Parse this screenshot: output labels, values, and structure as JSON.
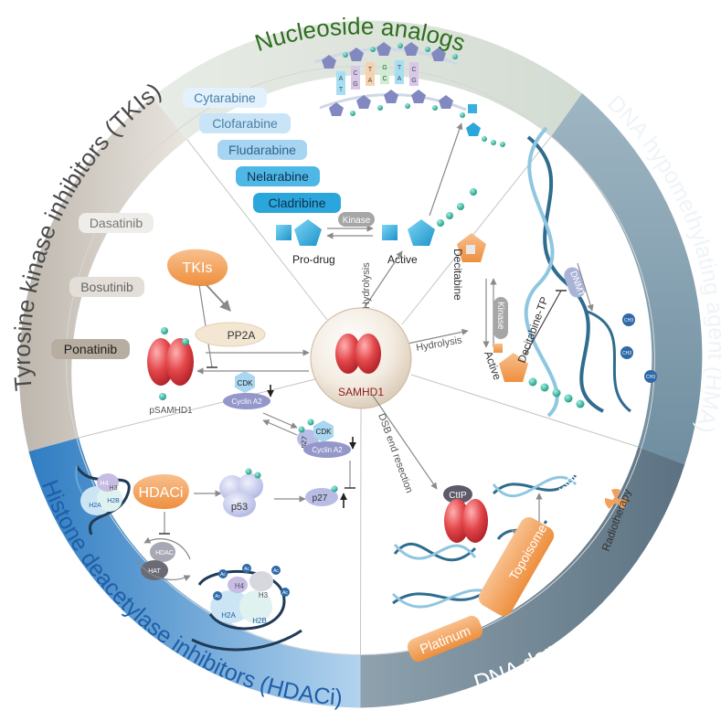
{
  "sections": {
    "nucleoside": "Nucleoside analogs",
    "hma": "DNA hypomethylating agent (HMA)",
    "dna_damage": "DNA damage agents & RT",
    "hdaci": "Histone deacetylase inhibitors (HDACi)",
    "tki": "Tyrosine kinase inhibitors (TKIs)"
  },
  "nucleoside_drugs": [
    "Cytarabine",
    "Clofarabine",
    "Fludarabine",
    "Nelarabine",
    "Cladribine"
  ],
  "tki_drugs": [
    "Dasatinib",
    "Bosutinib",
    "Ponatinib"
  ],
  "center": {
    "label": "SAMHD1"
  },
  "labels": {
    "kinase": "Kinase",
    "prodrug": "Pro-drug",
    "active": "Active",
    "hydrolysis": "Hydrolysis",
    "decitabine": "Decitabine",
    "decitabine_tp": "Decitabine-TP",
    "dnmt": "DNMT",
    "ch3": "CH3",
    "tkis": "TKIs",
    "pp2a": "PP2A",
    "psamhd1": "pSAMHD1",
    "cdk": "CDK",
    "cyclin_a2": "Cyclin A2",
    "p27": "p27",
    "p53": "p53",
    "hdaci": "HDACi",
    "hdac": "HDAC",
    "hat": "HAT",
    "h2a": "H2A",
    "h2b": "H2B",
    "h3": "H3",
    "h4": "H4",
    "ac": "Ac",
    "ctip": "CtIP",
    "dsb": "DSB end resection",
    "topo": "Topoisomerase inhibitor",
    "platinum": "Platinum",
    "radiotherapy": "Radiotherapy"
  },
  "dna_bases": [
    "A",
    "T",
    "C",
    "G",
    "T",
    "A",
    "G",
    "C",
    "T",
    "A",
    "C",
    "G"
  ],
  "colors": {
    "nucleoside_band": "#dfe7df",
    "nucleoside_title": "#2d6e1e",
    "hma_band": "#7f9fb0",
    "damage_band": "#6e8494",
    "hdaci_band": "#4f8fc8",
    "hdaci_title": "#1f5ea8",
    "tki_band": "#cfc9c0",
    "orange": "#f3a15a",
    "cyan": "#28a7dc",
    "red": "#d9363b"
  }
}
